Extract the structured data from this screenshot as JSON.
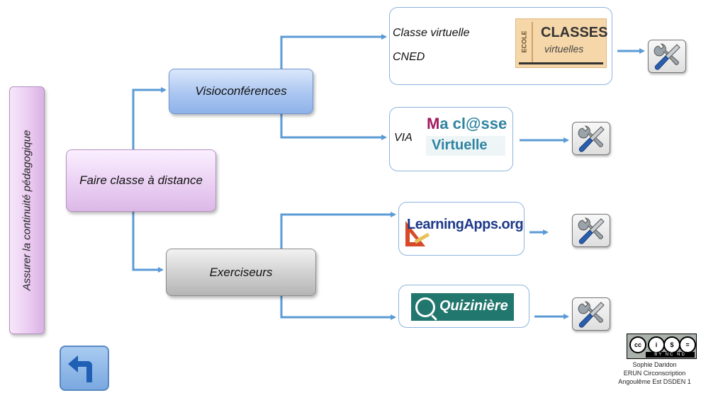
{
  "diagram": {
    "vertical_label": "Assurer la continuité pédagogique",
    "main_node": "Faire classe à distance",
    "branch_visio": "Visioconférences",
    "branch_exercises": "Exerciseurs",
    "tools": {
      "cned_line1": "Classe virtuelle",
      "cned_line2": "CNED",
      "via_label": "VIA"
    }
  },
  "logos": {
    "classes_virtuelles": {
      "ecole": "ECOLE",
      "classes": "CLASSES",
      "virtuelles": "virtuelles"
    },
    "ma_classe_virtuelle": {
      "m": "M",
      "line1_rest": "a cl@sse",
      "line2": "Virtuelle"
    },
    "learningapps": "LearningApps.org",
    "quiziniere": "Quizinière"
  },
  "icons": {
    "tool": "wrench-screwdriver-icon",
    "back": "back-arrow-icon",
    "license": "creative-commons-by-nc-nd-icon"
  },
  "license": {
    "badge": "BY  NC  ND"
  },
  "credit": {
    "line1": "Sophie Daridon",
    "line2": "ERUN Circonscription",
    "line3": "Angoulême Est DSDEN 1"
  },
  "colors": {
    "connector": "#5b9bd5",
    "main_node": "#e6c8f0",
    "visio_node": "#a3c2ef",
    "exercises_node": "#c8c8c8"
  }
}
